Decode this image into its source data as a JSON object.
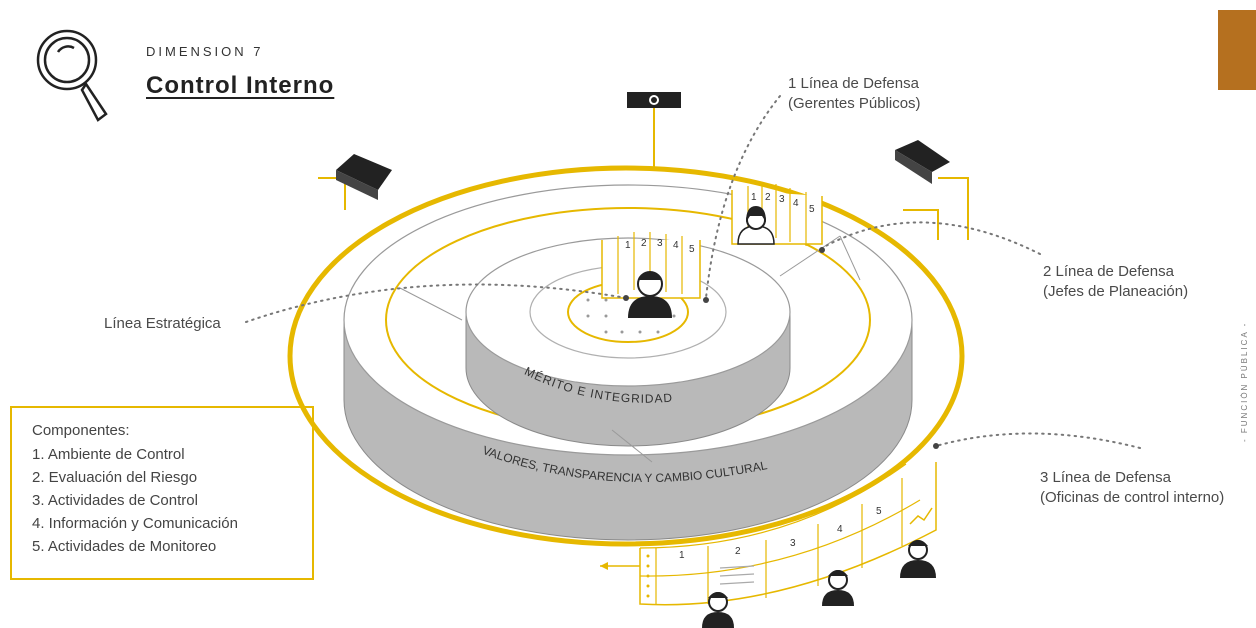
{
  "header": {
    "kicker": "DIMENSION 7",
    "title": "Control Interno"
  },
  "callouts": {
    "defense1": {
      "line1": "1 Línea de Defensa",
      "line2": "(Gerentes Públicos)"
    },
    "defense2": {
      "line1": "2 Línea de Defensa",
      "line2": "(Jefes de Planeación)"
    },
    "defense3": {
      "line1": "3 Línea de Defensa",
      "line2": "(Oficinas de control interno)"
    },
    "strategic": "Línea Estratégica"
  },
  "rings": {
    "inner_label": "MÉRITO    E    INTEGRIDAD",
    "outer_label": "VALORES, TRANSPARENCIA Y CAMBIO CULTURAL"
  },
  "components": {
    "title": "Componentes:",
    "items": [
      "1. Ambiente de Control",
      "2. Evaluación del Riesgo",
      "3. Actividades de Control",
      "4. Información y Comunicación",
      "5. Actividades de Monitoreo"
    ]
  },
  "panel_numbers": [
    "1",
    "2",
    "3",
    "4",
    "5"
  ],
  "brand_vertical": "- FUNCIÓN PÚBLICA -",
  "colors": {
    "accent_yellow": "#e6b800",
    "ring_gray": "#b9b9b9",
    "brand_orange": "#b5701f",
    "dark_icon": "#222222"
  },
  "icons": [
    "magnifier-icon",
    "camera-icon",
    "projector-icon",
    "person-icon",
    "chart-icon"
  ]
}
